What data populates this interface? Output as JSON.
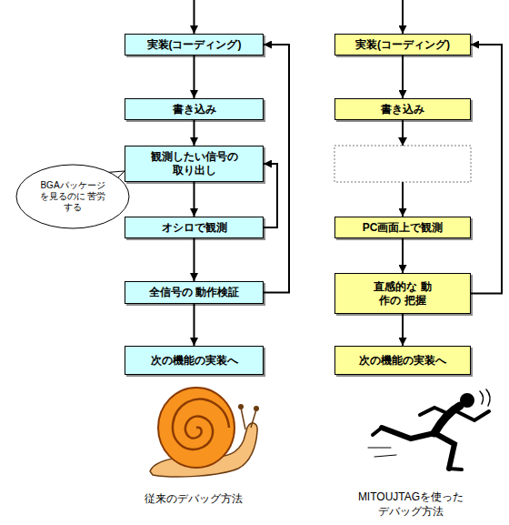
{
  "diagram": {
    "nodes": [
      {
        "text": [
          "実装(コーディング)"
        ]
      },
      {
        "text": [
          "書き込み"
        ]
      },
      {
        "text": [
          "観測したい信号の 取り出し"
        ]
      },
      {
        "text": [
          "オシロで観測"
        ]
      },
      {
        "text": [
          "全信号の 動作検証"
        ]
      },
      {
        "text": [
          "次の機能の実装へ"
        ]
      },
      {
        "text": [
          "BGAパッケージ を見るのに 苦労する"
        ]
      },
      {
        "text": [
          "実装(コーディング)"
        ]
      },
      {
        "text": [
          "書き込み"
        ]
      },
      {
        "text": [
          "PC画面上で観測"
        ]
      },
      {
        "text": [
          "直感的な 動作の 把握"
        ]
      },
      {
        "text": [
          "次の機能の実装へ"
        ]
      }
    ],
    "edges": [
      {
        "from": 0,
        "to": 1,
        "arrow": "to"
      },
      {
        "from": 1,
        "to": 2,
        "arrow": "to"
      },
      {
        "from": 2,
        "to": 3,
        "arrow": "to"
      },
      {
        "from": 3,
        "to": 4,
        "arrow": "to"
      },
      {
        "from": 4,
        "to": 5,
        "arrow": "to"
      },
      {
        "from": 3,
        "to": 2,
        "arrow": "to"
      },
      {
        "from": 4,
        "to": 0,
        "arrow": "to"
      },
      {
        "from": 7,
        "to": 8,
        "arrow": "to"
      },
      {
        "from": 8,
        "to": 9,
        "arrow": "to"
      },
      {
        "from": 9,
        "to": 10,
        "arrow": "to"
      },
      {
        "from": 10,
        "to": 11,
        "arrow": "to"
      },
      {
        "from": 10,
        "to": 7,
        "arrow": "to"
      }
    ],
    "labels": [
      "従来のデバッグ方法",
      "MITOUJTAGを使った デバッグ方法"
    ]
  }
}
